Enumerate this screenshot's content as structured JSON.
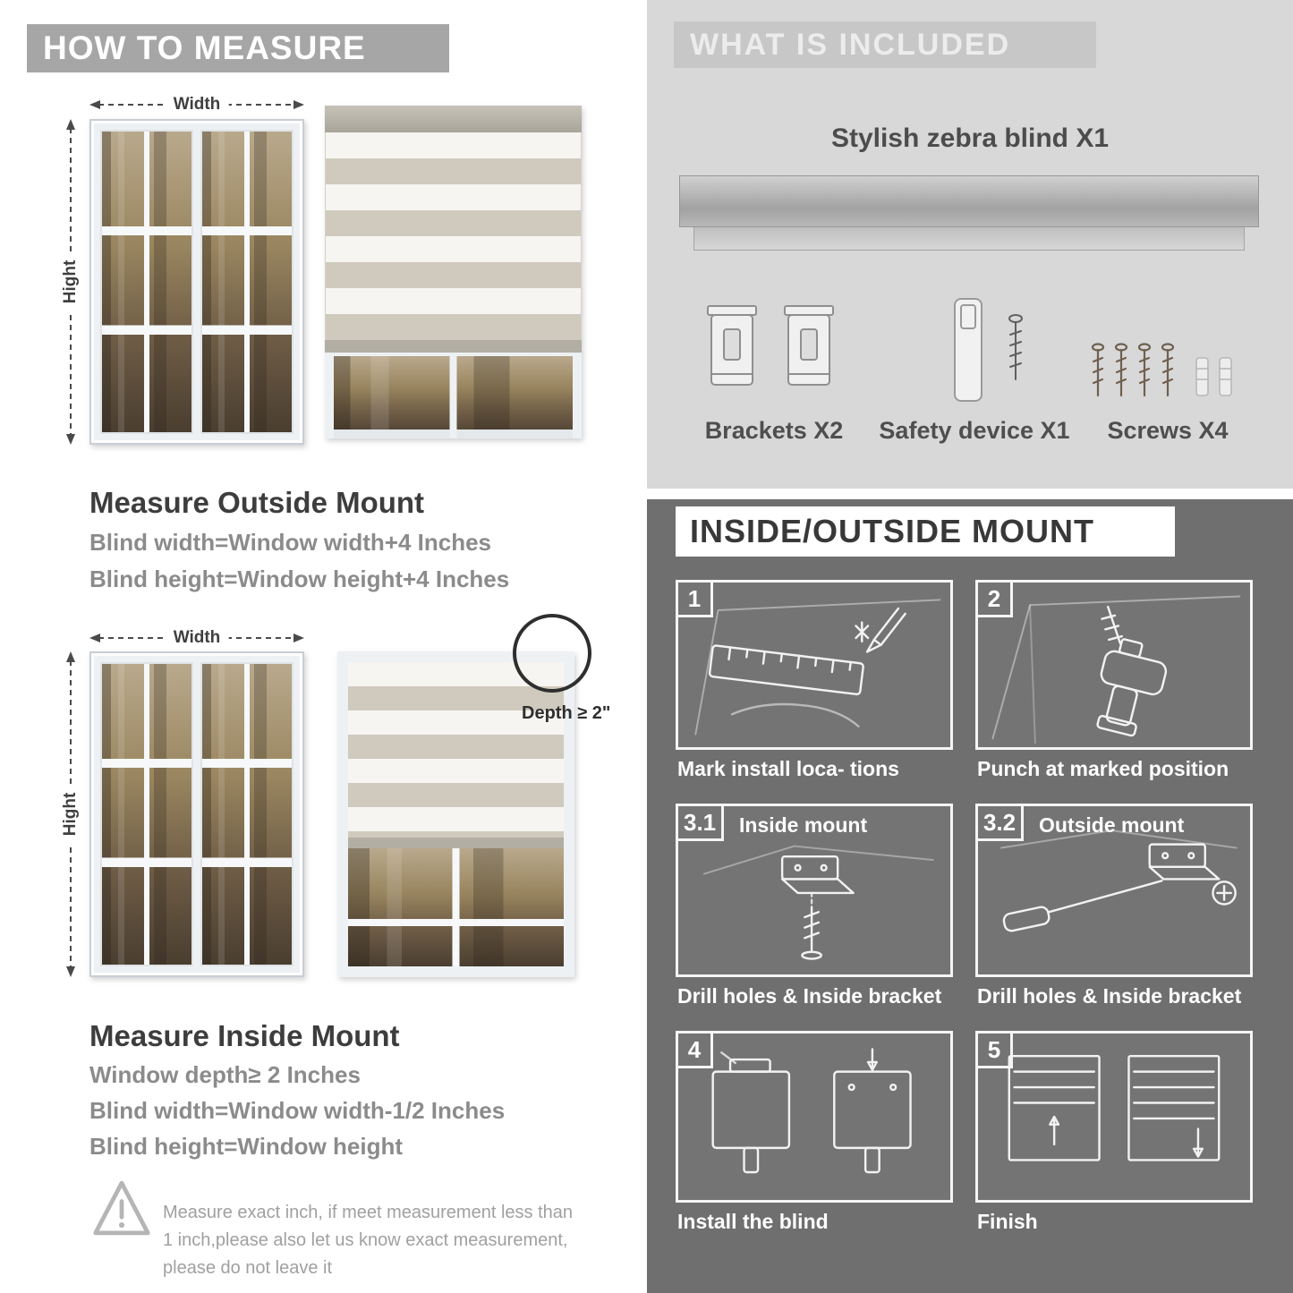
{
  "left": {
    "header": "HOW TO MEASURE",
    "outside": {
      "width_label": "Width",
      "height_label": "Hight",
      "title": "Measure Outside Mount",
      "lines": [
        "Blind width=Window width+4 Inches",
        "Blind height=Window height+4 Inches"
      ]
    },
    "inside": {
      "width_label": "Width",
      "height_label": "Hight",
      "depth_label": "Depth ≥ 2\"",
      "title": "Measure Inside Mount",
      "lines": [
        "Window depth≥ 2 Inches",
        "Blind width=Window width-1/2 Inches",
        "Blind height=Window height"
      ]
    },
    "warning_text": "Measure exact inch, if meet measurement less than 1 inch,please also let us know exact measurement, please do not leave it"
  },
  "included": {
    "header": "WHAT IS INCLUDED",
    "blind_label": "Stylish zebra blind X1",
    "items": [
      {
        "label": "Brackets X2"
      },
      {
        "label": "Safety device X1"
      },
      {
        "label": "Screws X4"
      }
    ]
  },
  "mount": {
    "header": "INSIDE/OUTSIDE MOUNT",
    "steps": [
      {
        "num": "1",
        "caption": "Mark install loca- tions"
      },
      {
        "num": "2",
        "caption": "Punch at  marked position"
      },
      {
        "num": "3.1",
        "title": "Inside mount",
        "caption": "Drill holes &  Inside bracket"
      },
      {
        "num": "3.2",
        "title": "Outside mount",
        "caption": "Drill holes &  Inside bracket"
      },
      {
        "num": "4",
        "caption": "Install the blind"
      },
      {
        "num": "5",
        "caption": "Finish"
      }
    ]
  },
  "colors": {
    "header_gray": "#a6a6a6",
    "light_panel_bg": "#d8d8d8",
    "dark_panel_bg": "#6f6f6f",
    "stripe_solid": "#cfcabd",
    "stripe_sheer": "#f7f5f1"
  }
}
